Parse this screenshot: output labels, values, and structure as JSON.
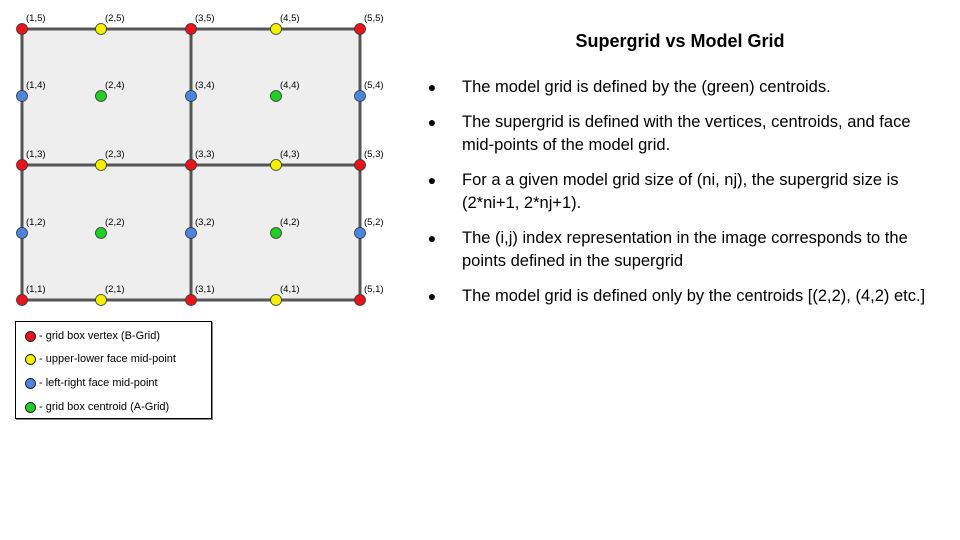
{
  "title": "Supergrid vs Model Grid",
  "colors": {
    "vertex": "#e8141b",
    "upper_lower_mid": "#f5f000",
    "left_right_mid": "#4a86e0",
    "centroid": "#1fcf22",
    "grid_line": "#555555",
    "cell_fill": "#eeeeee"
  },
  "grid": {
    "points": [
      {
        "label": "(1,1)",
        "type": "vertex"
      },
      {
        "label": "(2,1)",
        "type": "upper_lower_mid"
      },
      {
        "label": "(3,1)",
        "type": "vertex"
      },
      {
        "label": "(4,1)",
        "type": "upper_lower_mid"
      },
      {
        "label": "(5,1)",
        "type": "vertex"
      },
      {
        "label": "(1,2)",
        "type": "left_right_mid"
      },
      {
        "label": "(2,2)",
        "type": "centroid"
      },
      {
        "label": "(3,2)",
        "type": "left_right_mid"
      },
      {
        "label": "(4,2)",
        "type": "centroid"
      },
      {
        "label": "(5,2)",
        "type": "left_right_mid"
      },
      {
        "label": "(1,3)",
        "type": "vertex"
      },
      {
        "label": "(2,3)",
        "type": "upper_lower_mid"
      },
      {
        "label": "(3,3)",
        "type": "vertex"
      },
      {
        "label": "(4,3)",
        "type": "upper_lower_mid"
      },
      {
        "label": "(5,3)",
        "type": "vertex"
      },
      {
        "label": "(1,4)",
        "type": "left_right_mid"
      },
      {
        "label": "(2,4)",
        "type": "centroid"
      },
      {
        "label": "(3,4)",
        "type": "left_right_mid"
      },
      {
        "label": "(4,4)",
        "type": "centroid"
      },
      {
        "label": "(5,4)",
        "type": "left_right_mid"
      },
      {
        "label": "(1,5)",
        "type": "vertex"
      },
      {
        "label": "(2,5)",
        "type": "upper_lower_mid"
      },
      {
        "label": "(3,5)",
        "type": "vertex"
      },
      {
        "label": "(4,5)",
        "type": "upper_lower_mid"
      },
      {
        "label": "(5,5)",
        "type": "vertex"
      }
    ]
  },
  "legend": {
    "items": [
      {
        "type": "vertex",
        "text": "- grid box vertex (B-Grid)"
      },
      {
        "type": "upper_lower_mid",
        "text": "- upper-lower face mid-point"
      },
      {
        "type": "left_right_mid",
        "text": "- left-right face mid-point"
      },
      {
        "type": "centroid",
        "text": "- grid box centroid (A-Grid)"
      }
    ]
  },
  "bullets": [
    {
      "mark": "●",
      "text": "The model grid is defined by the (green) centroids."
    },
    {
      "mark": "●",
      "text": "The supergrid is defined with the vertices, centroids, and face mid-points of the model grid."
    },
    {
      "mark": "●",
      "text": "For a a given model grid size of (ni, nj), the supergrid size is (2*ni+1, 2*nj+1)."
    },
    {
      "mark": "●",
      "text": "The (i,j) index representation in the image corresponds to the points defined in the supergrid"
    },
    {
      "mark": "●",
      "text": "The model grid is defined only by the centroids [(2,2), (4,2) etc.]"
    }
  ]
}
